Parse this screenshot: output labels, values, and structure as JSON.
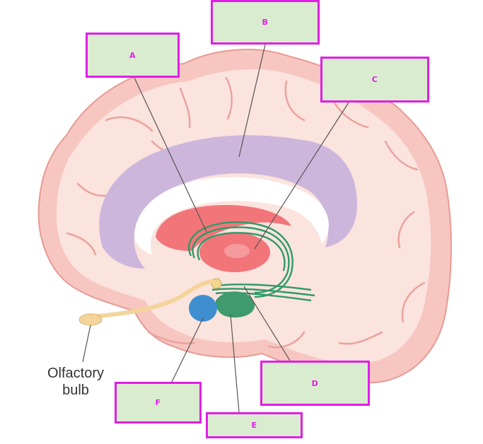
{
  "labels": {
    "a": "A",
    "b": "B",
    "c": "C",
    "d": "D",
    "e": "E",
    "f": "F"
  },
  "annotation": {
    "line1": "Olfactory",
    "line2": "bulb"
  },
  "colors": {
    "box_fill": "#d9eccf",
    "box_border": "#e01ee6",
    "label_text": "#e01ee6",
    "brain_outer": "#f7c6c1",
    "brain_inner": "#fbe3de",
    "cingulate": "#cdb6dc",
    "corpus_callosum": "#ffffff",
    "thalamus": "#f2757a",
    "fornix": "#2e9a68",
    "amygdala": "#3f8fd0",
    "olfactory": "#f4d49a"
  }
}
